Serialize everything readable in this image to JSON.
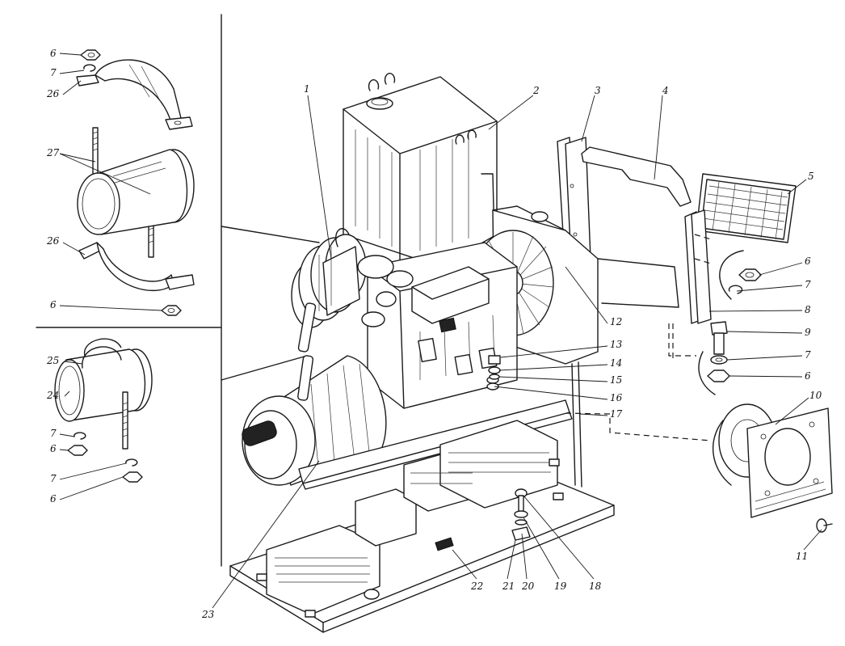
{
  "figure": {
    "callouts": [
      {
        "id": "c1",
        "text": "1"
      },
      {
        "id": "c2",
        "text": "2"
      },
      {
        "id": "c3",
        "text": "3"
      },
      {
        "id": "c4",
        "text": "4"
      },
      {
        "id": "c5",
        "text": "5"
      },
      {
        "id": "c6a",
        "text": "6"
      },
      {
        "id": "c7a",
        "text": "7"
      },
      {
        "id": "c8",
        "text": "8"
      },
      {
        "id": "c9",
        "text": "9"
      },
      {
        "id": "c7b",
        "text": "7"
      },
      {
        "id": "c6b",
        "text": "6"
      },
      {
        "id": "c10",
        "text": "10"
      },
      {
        "id": "c11",
        "text": "11"
      },
      {
        "id": "c12",
        "text": "12"
      },
      {
        "id": "c13",
        "text": "13"
      },
      {
        "id": "c14",
        "text": "14"
      },
      {
        "id": "c15",
        "text": "15"
      },
      {
        "id": "c16",
        "text": "16"
      },
      {
        "id": "c17",
        "text": "17"
      },
      {
        "id": "c18",
        "text": "18"
      },
      {
        "id": "c19",
        "text": "19"
      },
      {
        "id": "c20",
        "text": "20"
      },
      {
        "id": "c21",
        "text": "21"
      },
      {
        "id": "c22",
        "text": "22"
      },
      {
        "id": "c23",
        "text": "23"
      },
      {
        "id": "c24",
        "text": "24"
      },
      {
        "id": "c25",
        "text": "25"
      },
      {
        "id": "c7c",
        "text": "7"
      },
      {
        "id": "c6c",
        "text": "6"
      },
      {
        "id": "c7d",
        "text": "7"
      },
      {
        "id": "c6d",
        "text": "6"
      },
      {
        "id": "c6e",
        "text": "6"
      },
      {
        "id": "c26a",
        "text": "26"
      },
      {
        "id": "c27",
        "text": "27"
      },
      {
        "id": "c26b",
        "text": "26"
      },
      {
        "id": "c6f",
        "text": "6"
      },
      {
        "id": "c7e",
        "text": "7"
      },
      {
        "id": "c26c",
        "text": "26"
      }
    ]
  }
}
